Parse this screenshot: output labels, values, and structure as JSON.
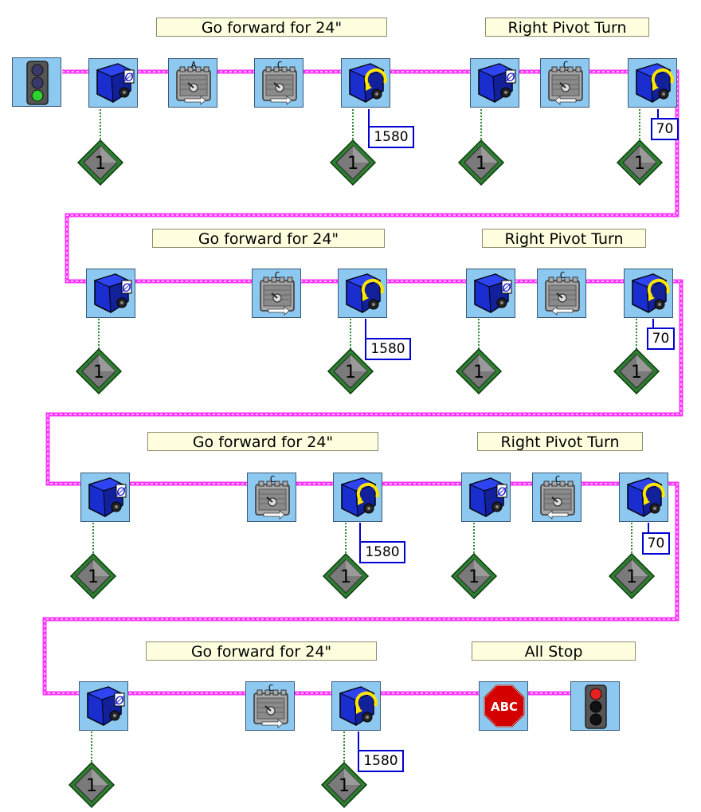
{
  "colors": {
    "wire": "#ff33ff",
    "dataWire": "#2e8b2e",
    "blockBg": "#8cc8f0",
    "commentBg": "#ffffe0",
    "numberBorder": "#0000d0",
    "motorBlue": "#1a2ed0"
  },
  "comments": {
    "row1_left": "Go forward for 24\"",
    "row1_right": "Right Pivot Turn",
    "row2_left": "Go forward for 24\"",
    "row2_right": "Right Pivot Turn",
    "row3_left": "Go forward for 24\"",
    "row3_right": "Right Pivot Turn",
    "row4_left": "Go forward for 24\"",
    "row4_right": "All Stop"
  },
  "constants": {
    "input_value": "1",
    "sensor_zero": "Ø"
  },
  "numbers": {
    "r1_forward": "1580",
    "r1_turn": "70",
    "r2_forward": "1580",
    "r2_turn": "70",
    "r3_forward": "1580",
    "r3_turn": "70",
    "r4_forward": "1580"
  },
  "motor_ports": {
    "a": "A",
    "c": "C"
  },
  "stop_sign": {
    "label": "ABC"
  },
  "icons": [
    "traffic-light-go-icon",
    "rotation-sensor-reset-icon",
    "motor-block-icon",
    "wait-for-rotation-icon",
    "numeric-constant-icon",
    "stop-sign-icon",
    "traffic-light-stop-icon"
  ]
}
